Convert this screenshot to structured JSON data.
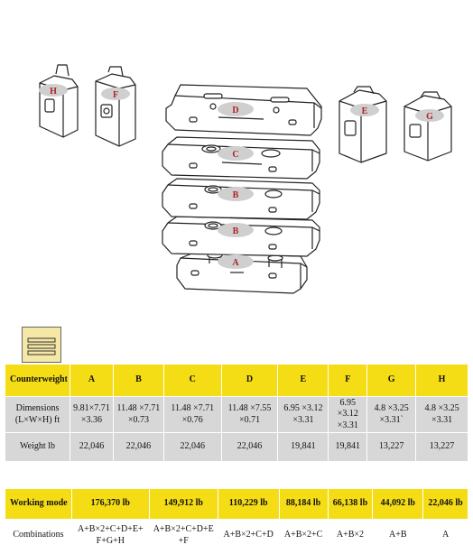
{
  "diagram": {
    "plate_labels": [
      "D",
      "C",
      "B",
      "B",
      "A"
    ],
    "block_labels": [
      "H",
      "F",
      "E",
      "G"
    ],
    "label_color": "#b02020",
    "label_fill": "#cfcfcf"
  },
  "counterweight_table": {
    "header": [
      "Counterweight",
      "A",
      "B",
      "C",
      "D",
      "E",
      "F",
      "G",
      "H"
    ],
    "dimensions_label_line1": "Dimensions",
    "dimensions_label_line2": "(L×W×H) ft",
    "dimensions": [
      [
        "9.81×7.71",
        "×3.36"
      ],
      [
        "11.48 ×7.71",
        "×0.73"
      ],
      [
        "11.48 ×7.71",
        "×0.76"
      ],
      [
        "11.48 ×7.55",
        "×0.71"
      ],
      [
        "6.95 ×3.12",
        "×3.31"
      ],
      [
        "6.95",
        "×3.12",
        "×3.31"
      ],
      [
        "4.8 ×3.25",
        "×3.31`"
      ],
      [
        "4.8 ×3.25",
        "×3.31"
      ]
    ],
    "weight_label": "Weight  lb",
    "weights": [
      "22,046",
      "22,046",
      "22,046",
      "22,046",
      "19,841",
      "19,841",
      "13,227",
      "13,227"
    ],
    "header_color": "#f5dd16",
    "row_color": "#d7d7d7"
  },
  "working_table": {
    "header": [
      "Working mode",
      "176,370 lb",
      "149,912 lb",
      "110,229 lb",
      "88,184 lb",
      "66,138 lb",
      "44,092 lb",
      "22,046 lb"
    ],
    "combinations_label": "Combinations",
    "combinations": [
      [
        "A+B×2+C+D+E+",
        "F+G+H"
      ],
      [
        "A+B×2+C+D+E",
        "+F"
      ],
      [
        "A+B×2+C+D"
      ],
      [
        "A+B×2+C"
      ],
      [
        "A+B×2"
      ],
      [
        "A+B"
      ],
      [
        "A"
      ]
    ]
  }
}
